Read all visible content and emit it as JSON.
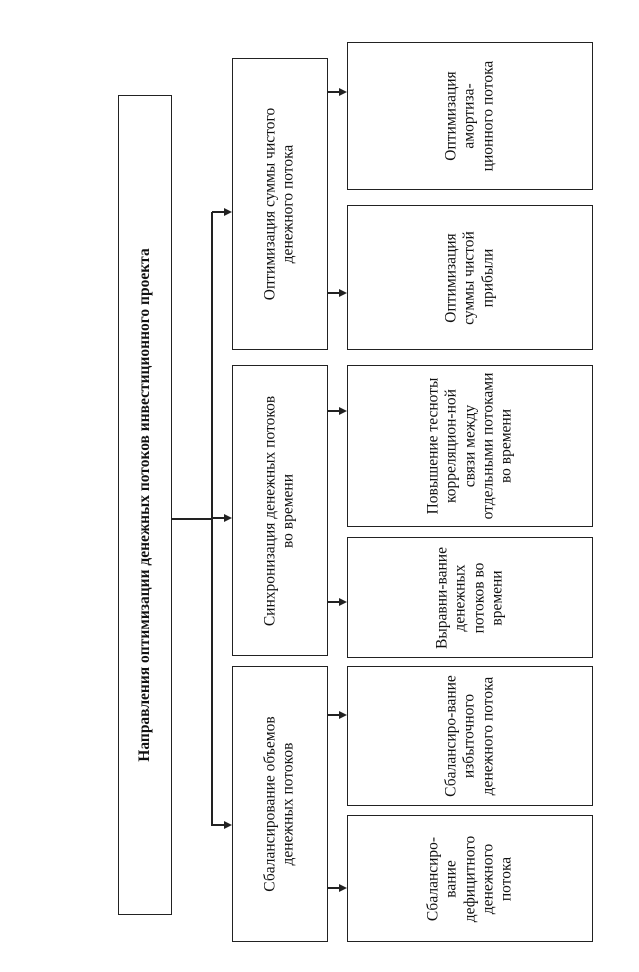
{
  "root": {
    "label": "Направления оптимизации денежных потоков инвестиционного проекта"
  },
  "branches": [
    {
      "label": "Оптимизация суммы чистого денежного потока",
      "leaves": [
        {
          "label": "Оптимизация суммы чистой прибыли"
        },
        {
          "label": "Оптимизация амортиза-ционного потока"
        }
      ]
    },
    {
      "label": "Синхронизация денежных потоков во времени",
      "leaves": [
        {
          "label": "Выравни-вание денежных потоков во времени"
        },
        {
          "label": "Повышение тесноты корреляцион-ной связи между отдельными потоками во времени"
        }
      ]
    },
    {
      "label": "Сбалансирование объемов денежных потоков",
      "leaves": [
        {
          "label": "Сбалансиро-вание дефицитного денежного потока"
        },
        {
          "label": "Сбалансиро-вание избыточного денежного потока"
        }
      ]
    }
  ]
}
